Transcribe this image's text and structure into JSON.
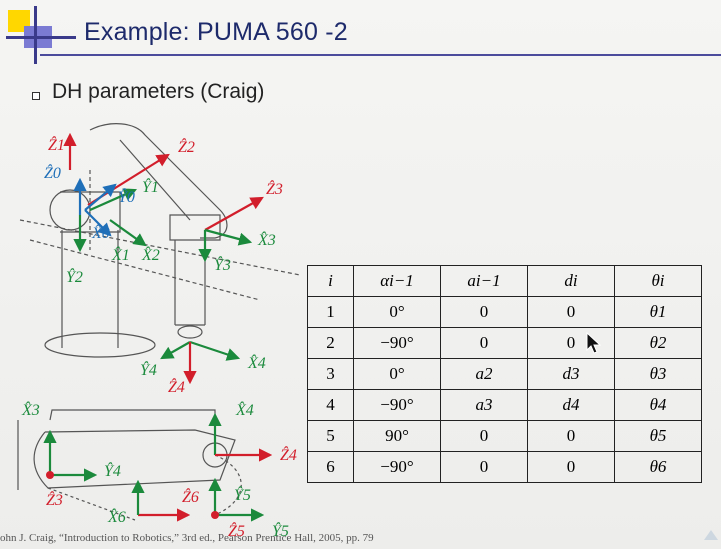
{
  "slide": {
    "title": "Example: PUMA 560 -2",
    "bullet": "DH parameters (Craig)",
    "citation": "ohn J. Craig, “Introduction to Robotics,” 3rd ed., Pearson Prentice Hall, 2005, pp. 79"
  },
  "figure": {
    "labels_top": {
      "z1": "Ẑ1",
      "z2": "Ẑ2",
      "z0": "Ẑ0",
      "y0": "Ŷ0",
      "y1": "Ŷ1",
      "z3": "Ẑ3",
      "x0": "X̂0",
      "x1": "X̂1",
      "x2": "X̂2",
      "y2": "Ŷ2",
      "y3": "Ŷ3",
      "x3": "X̂3",
      "y4": "Ŷ4",
      "z4": "Ẑ4",
      "x4": "X̂4"
    },
    "labels_bottom": {
      "x3": "X̂3",
      "x4": "X̂4",
      "y4": "Ŷ4",
      "z4": "Ẑ4",
      "z3": "Ẑ3",
      "z6": "Ẑ6",
      "y5": "Ŷ5",
      "x6": "X̂6",
      "z5": "Ẑ5",
      "y5b": "Ŷ5"
    },
    "colors": {
      "z": "#d21e2b",
      "x": "#1b8a3c",
      "y": "#1f6fb8",
      "lines": "#444444"
    }
  },
  "table": {
    "headers": [
      "i",
      "αi−1",
      "ai−1",
      "di",
      "θi"
    ],
    "rows": [
      [
        "1",
        "0°",
        "0",
        "0",
        "θ1"
      ],
      [
        "2",
        "−90°",
        "0",
        "0",
        "θ2"
      ],
      [
        "3",
        "0°",
        "a2",
        "d3",
        "θ3"
      ],
      [
        "4",
        "−90°",
        "a3",
        "d4",
        "θ4"
      ],
      [
        "5",
        "90°",
        "0",
        "0",
        "θ5"
      ],
      [
        "6",
        "−90°",
        "0",
        "0",
        "θ6"
      ]
    ]
  }
}
